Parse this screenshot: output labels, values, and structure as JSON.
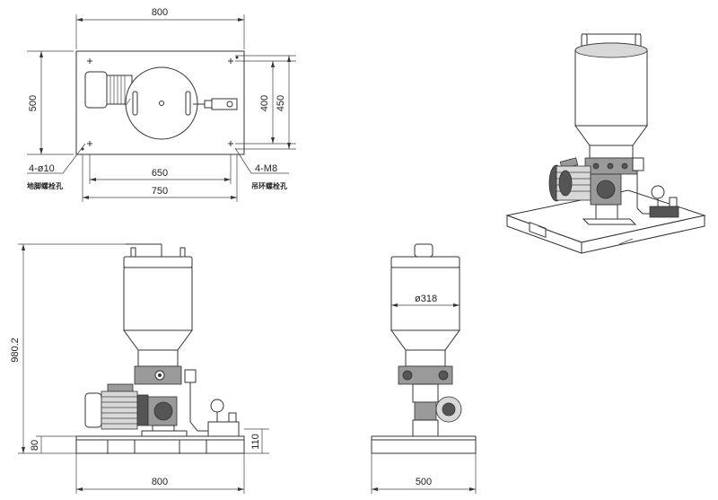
{
  "top_view": {
    "width_800": "800",
    "height_500": "500",
    "inner_400": "400",
    "inner_450": "450",
    "dim_650": "650",
    "dim_750": "750",
    "hole_spec": "4-ø10",
    "hole_note": "地脚螺栓孔",
    "thread_spec": "4-M8",
    "thread_note": "吊环螺栓孔"
  },
  "front_view": {
    "height_980": "980.2",
    "base_80": "80",
    "base_110": "110",
    "width_800": "800"
  },
  "side_view": {
    "diameter": "ø318",
    "width_500": "500"
  }
}
